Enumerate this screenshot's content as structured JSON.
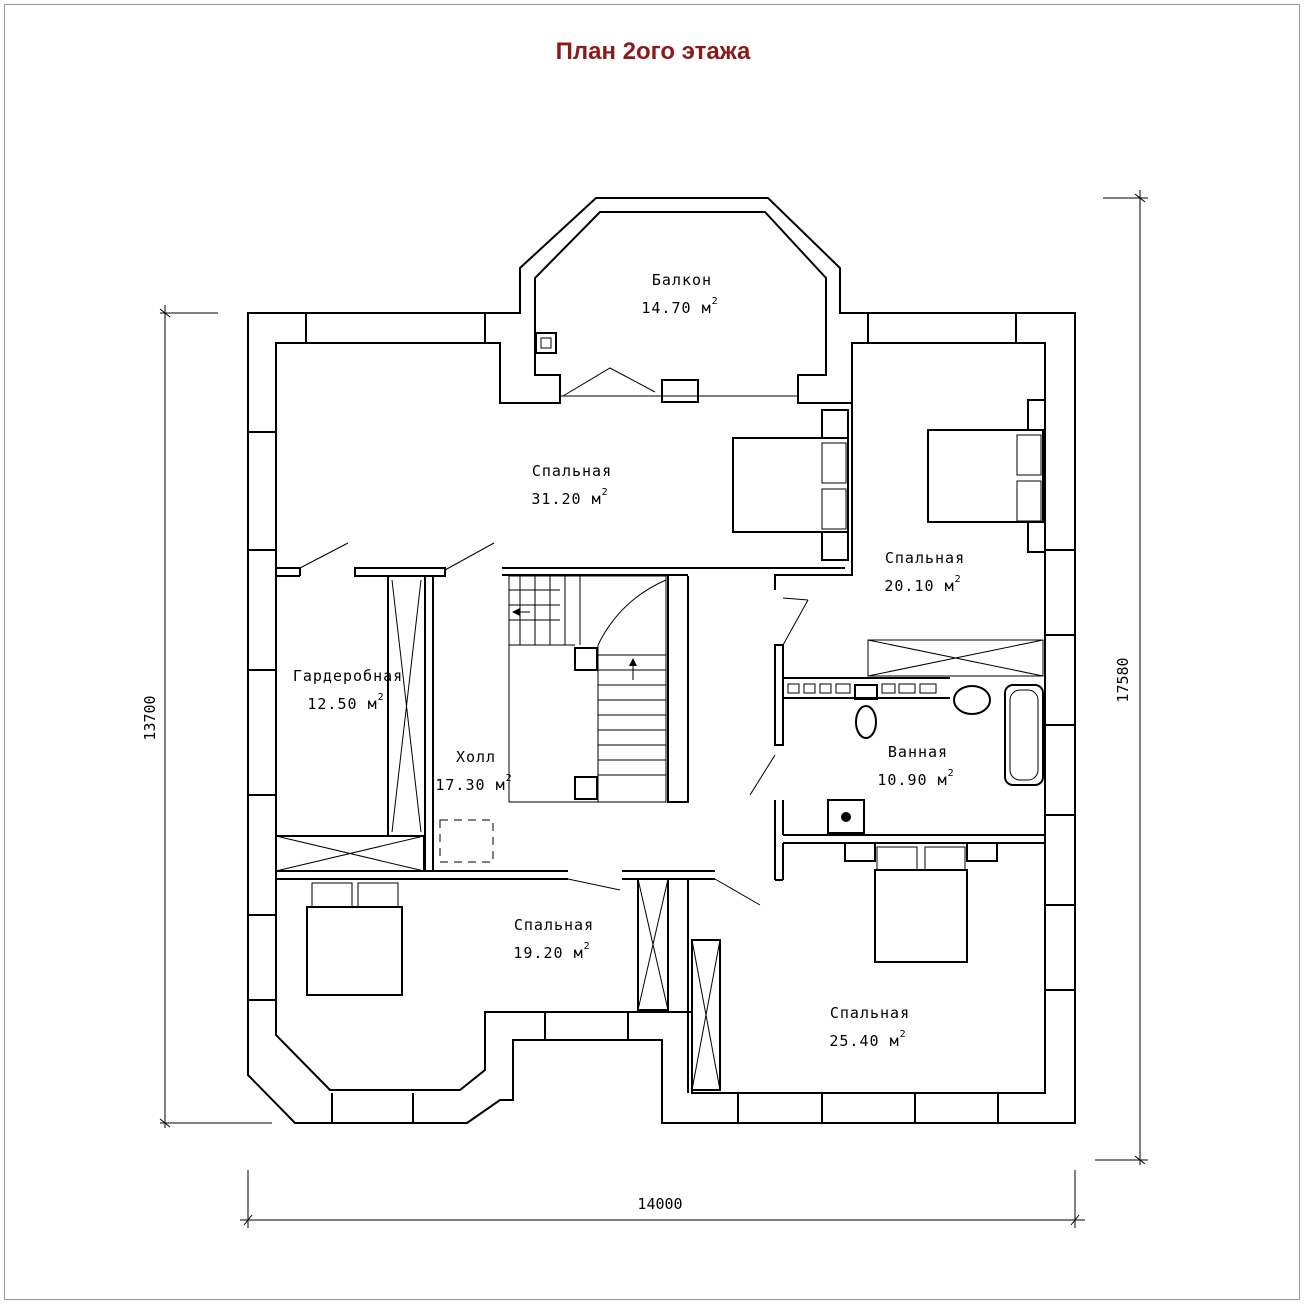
{
  "title": "План 2ого этажа",
  "dimensions": {
    "width": "14000",
    "depth_left": "13700",
    "depth_right": "17580"
  },
  "rooms": [
    {
      "name": "Балкон",
      "area": "14.70",
      "unit": "м"
    },
    {
      "name": "Спальная",
      "area": "31.20",
      "unit": "м"
    },
    {
      "name": "Спальная",
      "area": "20.10",
      "unit": "м"
    },
    {
      "name": "Гардеробная",
      "area": "12.50",
      "unit": "м"
    },
    {
      "name": "Холл",
      "area": "17.30",
      "unit": "м"
    },
    {
      "name": "Ванная",
      "area": "10.90",
      "unit": "м"
    },
    {
      "name": "Спальная",
      "area": "19.20",
      "unit": "м"
    },
    {
      "name": "Спальная",
      "area": "25.40",
      "unit": "м"
    }
  ],
  "area_superscript": "2"
}
